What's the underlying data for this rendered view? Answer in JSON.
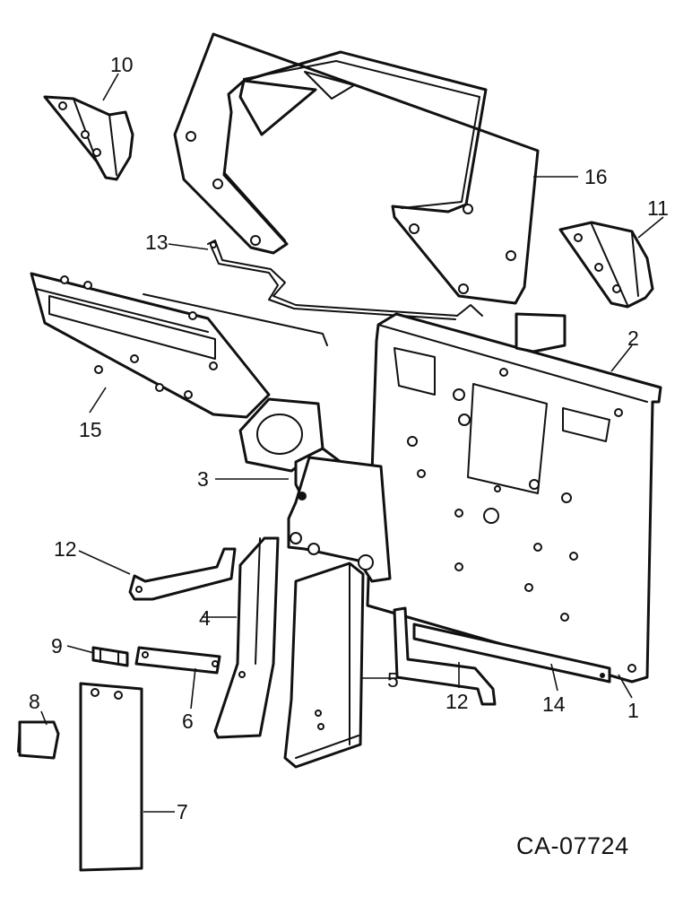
{
  "diagram": {
    "callouts": [
      {
        "id": "c1",
        "text": "1"
      },
      {
        "id": "c2",
        "text": "2"
      },
      {
        "id": "c3",
        "text": "3"
      },
      {
        "id": "c4",
        "text": "4"
      },
      {
        "id": "c5",
        "text": "5"
      },
      {
        "id": "c6",
        "text": "6"
      },
      {
        "id": "c7",
        "text": "7"
      },
      {
        "id": "c8",
        "text": "8"
      },
      {
        "id": "c9",
        "text": "9"
      },
      {
        "id": "c10",
        "text": "10"
      },
      {
        "id": "c11",
        "text": "11"
      },
      {
        "id": "c12a",
        "text": "12"
      },
      {
        "id": "c12b",
        "text": "12"
      },
      {
        "id": "c13",
        "text": "13"
      },
      {
        "id": "c14",
        "text": "14"
      },
      {
        "id": "c15",
        "text": "15"
      },
      {
        "id": "c16",
        "text": "16"
      }
    ],
    "drawing_id": "CA-07724"
  }
}
